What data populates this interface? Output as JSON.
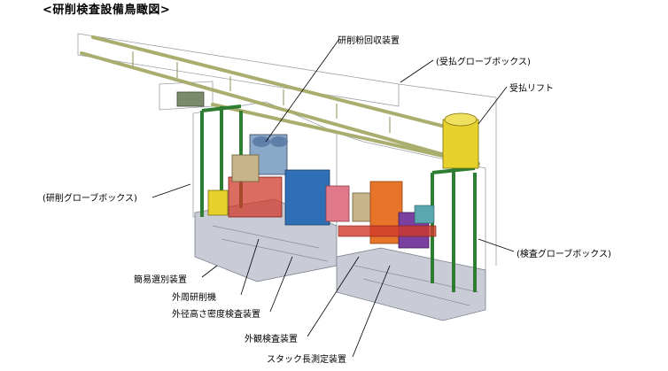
{
  "title": "<研削検査設備鳥瞰図>",
  "labels": {
    "grinding_dust": "研削粉回収装置",
    "receiving_box": "(受払グローブボックス)",
    "receiving_lift": "受払リフト",
    "grinding_box": "(研削グローブボックス)",
    "inspection_box": "(検査グローブボックス)",
    "sorting": "簡易選別装置",
    "grinder": "外周研削機",
    "diameter_density": "外径高さ密度検査装置",
    "visual": "外観検査装置",
    "stack_length": "スタック長測定装置"
  },
  "colors": {
    "frame_green": "#2e7d32",
    "blue": "#2f6fb5",
    "lightblue": "#8aa8c8",
    "yellow": "#e6d22a",
    "red": "#d0392b",
    "orange": "#e8742a",
    "purple": "#7b3fa0",
    "tan": "#c8b48a",
    "rail": "#a9ae6f",
    "base": "#c9ccd6"
  }
}
